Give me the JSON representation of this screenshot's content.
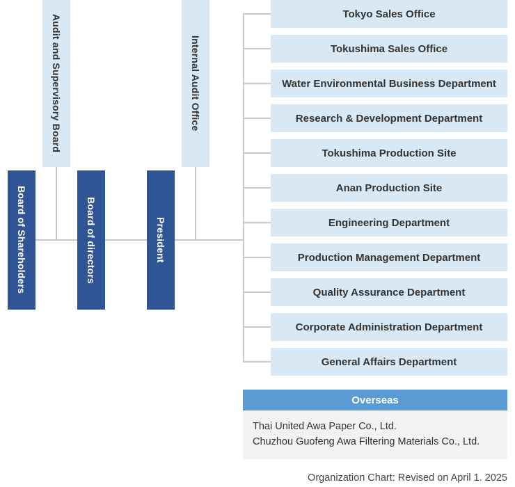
{
  "governance": {
    "shareholders": "Board of Shareholders",
    "directors": "Board of directors",
    "president": "President",
    "audit_board": "Audit and Supervisory Board",
    "internal_audit": "Internal Audit Office"
  },
  "departments": [
    "Tokyo Sales Office",
    "Tokushima Sales Office",
    "Water Environmental Business Department",
    "Research & Development Department",
    "Tokushima Production Site",
    "Anan Production Site",
    "Engineering Department",
    "Production Management Department",
    "Quality Assurance Department",
    "Corporate Administration Department",
    "General Affairs Department"
  ],
  "overseas": {
    "title": "Overseas",
    "items": [
      "Thai United Awa Paper Co., Ltd.",
      "Chuzhou Guofeng Awa Filtering Materials Co., Ltd."
    ]
  },
  "footnote": "Organization Chart: Revised on April 1. 2025",
  "colors": {
    "dark_box": "#2f5596",
    "light_box": "#d8e8f4",
    "overseas_header": "#5b9bd5",
    "connector": "#c8c8c8"
  }
}
